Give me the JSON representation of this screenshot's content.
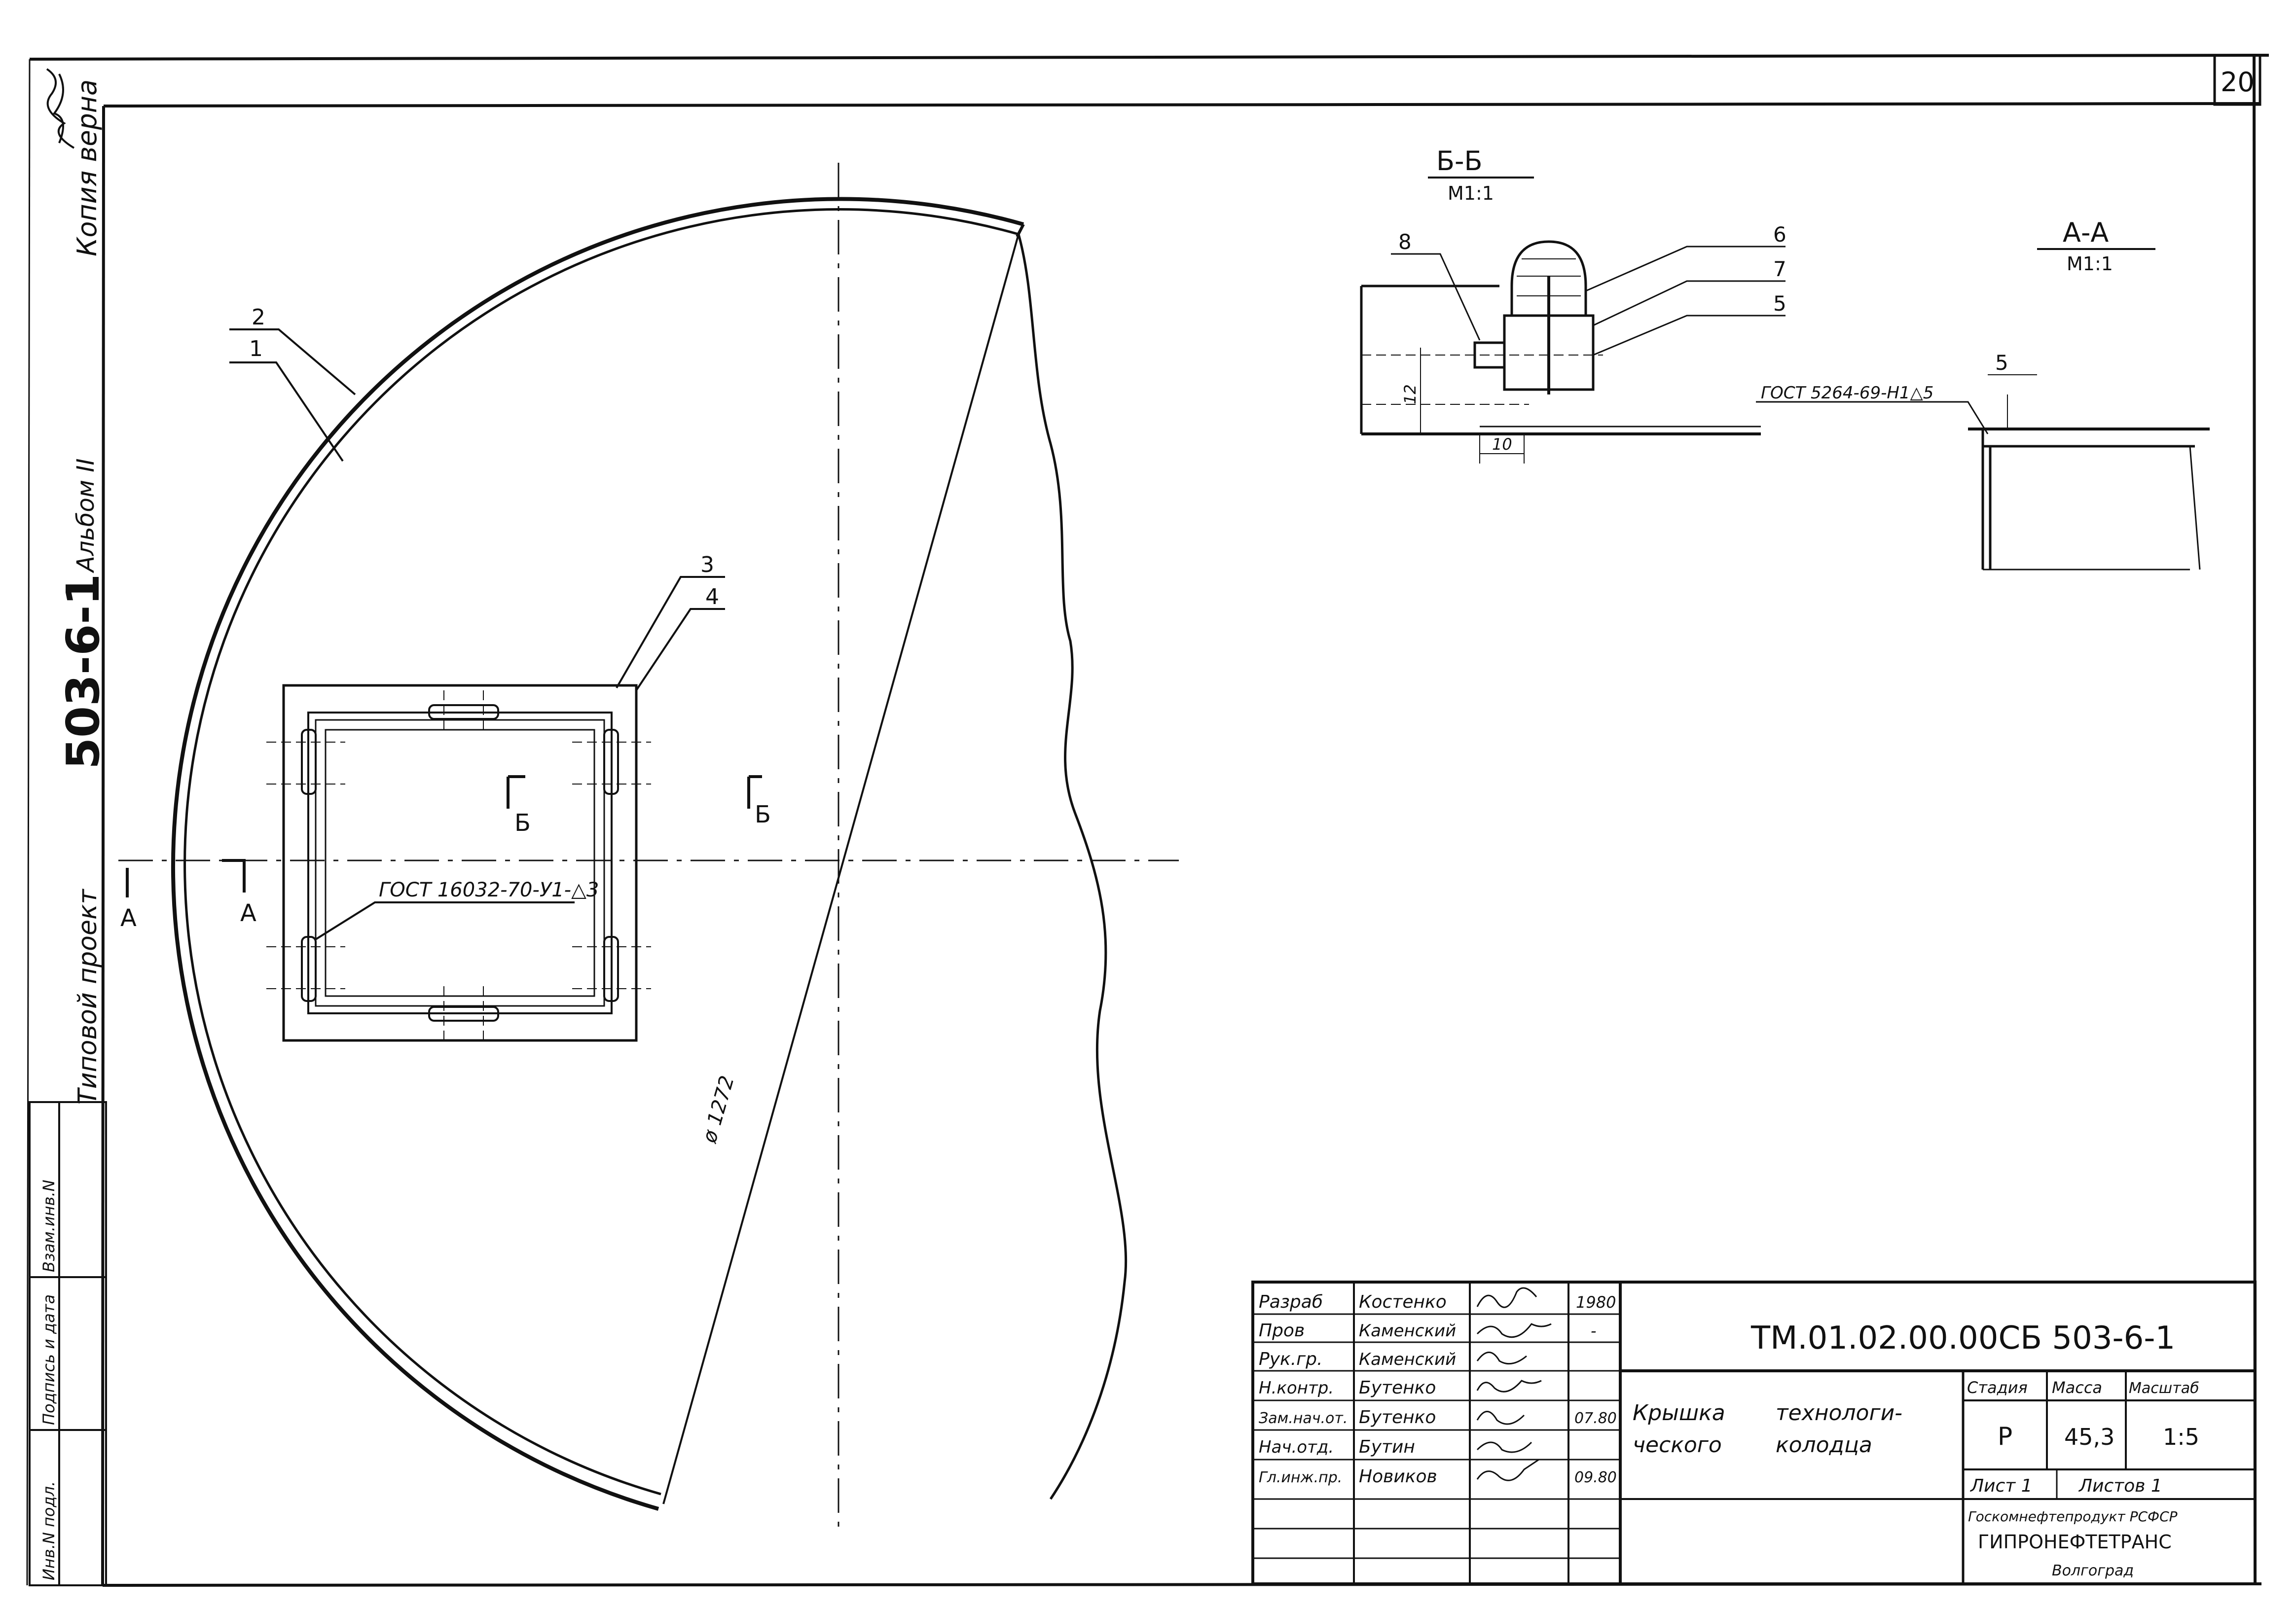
{
  "sheet_number": "20",
  "margin_stamp": {
    "copy_mark": "Копия верна",
    "album": "Альбом II",
    "project_prefix": "Типовой проект",
    "project_number": "503-6-1"
  },
  "left_table": {
    "col1": "Инв.N подл.",
    "col2": "Подпись и дата",
    "col3": "Взам.инв.N"
  },
  "leaders": [
    "1",
    "2",
    "3",
    "4"
  ],
  "section_marks": {
    "a": "А",
    "b": "Б"
  },
  "weld_note_main": "ГОСТ 16032-70-У1-△3",
  "diameter": "ø 1272",
  "section_bb": {
    "title": "Б-Б",
    "scale": "M1:1",
    "parts": [
      "8",
      "6",
      "7",
      "5"
    ],
    "dim_h": "12",
    "dim_w": "10"
  },
  "section_aa": {
    "title": "А-А",
    "scale": "M1:1",
    "part": "5",
    "weld_note": "ГОСТ 5264-69-Н1△5"
  },
  "title_block": {
    "roles": [
      "Разраб",
      "Пров",
      "Рук.гр.",
      "Н.контр.",
      "Зам.нач.от.",
      "Нач.отд.",
      "Гл.инж.пр."
    ],
    "names": [
      "Костенко",
      "Каменский",
      "Каменский",
      "Бутенко",
      "Бутенко",
      "Бутин",
      "Новиков"
    ],
    "dates": [
      "",
      "1980",
      "-",
      "",
      "07.80",
      "",
      "09.80"
    ],
    "designation": "ТМ.01.02.00.00СБ 503-6-1",
    "name_line1_a": "Крышка",
    "name_line1_b": "технологи-",
    "name_line2_a": "ческого",
    "name_line2_b": "колодца",
    "headers": [
      "Стадия",
      "Масса",
      "Масштаб"
    ],
    "stage": "Р",
    "mass": "45,3",
    "scale": "1:5",
    "sheet": "Лист 1",
    "sheets": "Листов 1",
    "org1": "Госкомнефтепродукт РСФСР",
    "org2": "ГИПРОНЕФТЕТРАНС",
    "city": "Волгоград"
  }
}
